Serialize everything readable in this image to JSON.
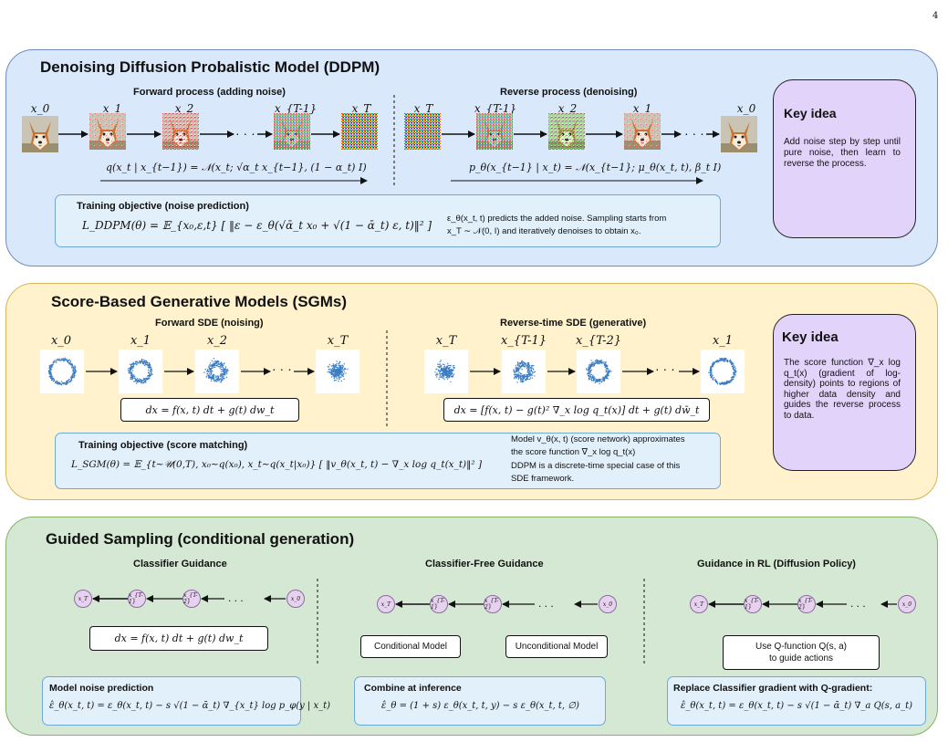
{
  "page_number": "4",
  "ddpm": {
    "title": "Denoising Diffusion Probalistic Model (DDPM)",
    "forward_title": "Forward process (adding noise)",
    "reverse_title": "Reverse process (denoising)",
    "forward_labels": [
      "x_0",
      "x_1",
      "x_2",
      "x_{T-1}",
      "x_T"
    ],
    "reverse_labels": [
      "x_T",
      "x_{T-1}",
      "x_2",
      "x_1",
      "x_0"
    ],
    "ellipsis": "· · ·",
    "forward_eq": "q(x_t | x_{t−1}) = 𝒩(x_t; √α_t x_{t−1}, (1 − α_t) I)",
    "reverse_eq": "p_θ(x_{t−1} | x_t) = 𝒩(x_{t−1}; μ_θ(x_t, t), β_t I)",
    "objective_title": "Training objective (noise prediction)",
    "objective_eq": "L_DDPM(θ) = 𝔼_{x₀,ε,t} [ ‖ε − ε_θ(√ᾱ_t x₀ + √(1 − ᾱ_t) ε, t)‖² ]",
    "objective_note_1": "ε_θ(x_t, t) predicts the added noise. Sampling starts from",
    "objective_note_2": "x_T ∼ 𝒩(0, I) and iteratively denoises to obtain x₀.",
    "key_title": "Key idea",
    "key_text": "Add noise step by step until pure noise, then learn to reverse the process."
  },
  "sgm": {
    "title": "Score-Based Generative Models (SGMs)",
    "forward_title": "Forward SDE (noising)",
    "reverse_title": "Reverse-time SDE (generative)",
    "forward_labels": [
      "x_0",
      "x_1",
      "x_2",
      "x_T"
    ],
    "reverse_labels": [
      "x_T",
      "x_{T-1}",
      "x_{T-2}",
      "x_1"
    ],
    "ellipsis": "· · ·",
    "forward_eq": "dx = f(x, t) dt + g(t) dw_t",
    "reverse_eq": "dx = [f(x, t) − g(t)² ∇_x log q_t(x)] dt + g(t) dw̄_t",
    "objective_title": "Training objective (score matching)",
    "objective_eq": "L_SGM(θ) = 𝔼_{t∼𝒰(0,T), x₀∼q(x₀), x_t∼q(x_t|x₀)} [ ‖v_θ(x_t, t) − ∇_x log q_t(x_t)‖² ]",
    "objective_note_1": "Model v_θ(x, t) (score network) approximates",
    "objective_note_2": "the score function ∇_x log q_t(x)",
    "objective_note_3": "DDPM is a discrete-time special case of this",
    "objective_note_4": "SDE framework.",
    "key_title": "Key idea",
    "key_text": "The score function ∇_x log q_t(x) (gradient of log-density) points to regions of higher data density and guides the reverse process to data."
  },
  "guided": {
    "title": "Guided Sampling (conditional generation)",
    "columns": [
      {
        "title": "Classifier Guidance",
        "chain": [
          "x_T",
          "x_{T-1}",
          "x_{T-2}",
          "x_0"
        ],
        "box": "dx = f(x, t) dt + g(t) dw_t",
        "note_title": "Model noise prediction",
        "note_eq": "ε̂_θ(x_t, t) = ε_θ(x_t, t) − s √(1 − ᾱ_t) ∇_{x_t} log p_φ(y | x_t)"
      },
      {
        "title": "Classifier-Free Guidance",
        "chain": [
          "x_T",
          "x_{T-1}",
          "x_{T-2}",
          "x_0"
        ],
        "box_left": "Conditional Model",
        "box_right": "Unconditional Model",
        "note_title": "Combine at inference",
        "note_eq": "ε̂_θ = (1 + s) ε_θ(x_t, t, y) − s ε_θ(x_t, t, ∅)"
      },
      {
        "title": "Guidance in RL (Diffusion Policy)",
        "chain": [
          "x_T",
          "x_{T-1}",
          "x_{T-2}",
          "x_0"
        ],
        "box_line1": "Use Q-function Q(s, a)",
        "box_line2": "to guide actions",
        "note_title": "Replace Classifier gradient with Q-gradient:",
        "note_eq": "ε̂_θ(x_t, t) = ε_θ(x_t, t) − s √(1 − ᾱ_t) ∇_a Q(s, a_t)"
      }
    ],
    "ellipsis": ". . ."
  },
  "colors": {
    "ddpm_bg": "#dae8fc",
    "ddpm_border": "#6c8ebf",
    "sgm_bg": "#fff2cc",
    "sgm_border": "#d6b656",
    "guided_bg": "#d5e8d4",
    "guided_border": "#82b366",
    "key_bg": "#e2d3fa",
    "node_bg": "#e6d2ee",
    "scatter": "#3a7cc3"
  }
}
